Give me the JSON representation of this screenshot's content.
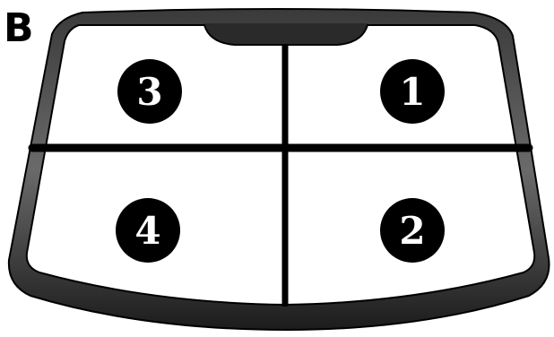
{
  "figure": {
    "letter": "B",
    "colors": {
      "frame_dark": "#1c1c1c",
      "frame_mid": "#3a3a3a",
      "frame_highlight": "#6a6a6a",
      "glass": "#ffffff",
      "divider": "#000000",
      "badge_fill": "#000000",
      "badge_text": "#ffffff"
    }
  },
  "windshield": {
    "zones": [
      {
        "id": "upper-left",
        "label": "3"
      },
      {
        "id": "upper-right",
        "label": "1"
      },
      {
        "id": "lower-left",
        "label": "4"
      },
      {
        "id": "lower-right",
        "label": "2"
      }
    ]
  }
}
